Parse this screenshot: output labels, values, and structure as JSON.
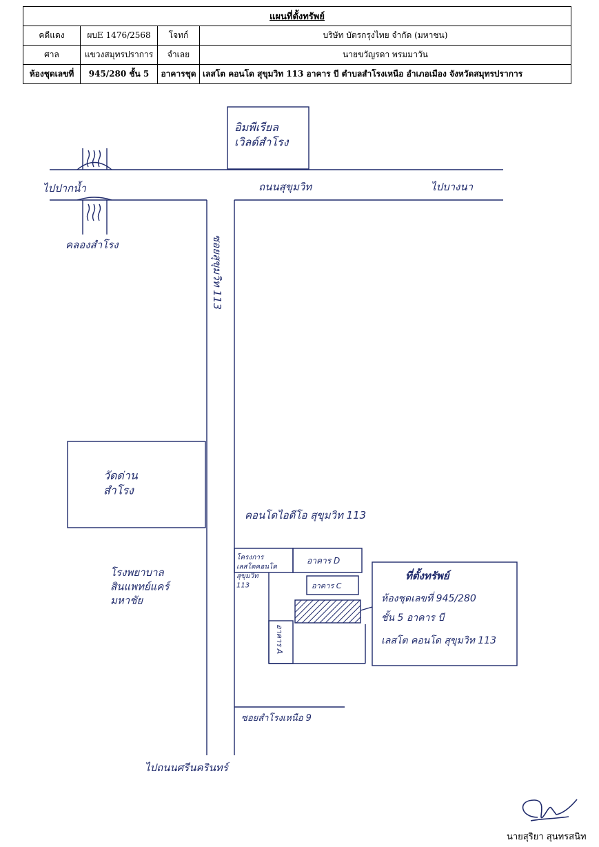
{
  "header": {
    "title": "แผนที่ตั้งทรัพย์",
    "rows": [
      {
        "l1": "คดีแดง",
        "v1": "ผบE 1476/2568",
        "l2": "โจทก์",
        "v2": "บริษัท บัตรกรุงไทย จำกัด (มหาชน)"
      },
      {
        "l1": "ศาล",
        "v1": "แขวงสมุทรปราการ",
        "l2": "จำเลย",
        "v2": "นายขวัญรดา พรมมาวัน"
      },
      {
        "l1": "ห้องชุดเลขที่",
        "v1": "945/280 ชั้น 5",
        "l2": "อาคารชุด",
        "v2": "เลสโต คอนโด สุขุมวิท 113   อาคาร บี   ตำบลสำโรงเหนือ อำเภอเมือง จังหวัดสมุทรปราการ"
      }
    ]
  },
  "map": {
    "labels": {
      "imperial": "อิมพีเรียล\nเวิลด์สำโรง",
      "to_paknam": "ไปปากน้ำ",
      "sukhumvit_rd": "ถนนสุขุมวิท",
      "to_bangna": "ไปบางนา",
      "samrong_canal": "คลองสำโรง",
      "soi_113": "ซอยสุขุมวิท 113",
      "wat_dan": "วัดด่าน\nสำโรง",
      "condo_ideo": "คอนโดไอดีโอ สุขุมวิท 113",
      "project_name": "โครงการ\nเลสโตคอนโด\nสุขุมวิท\n113",
      "bldg_d": "อาคาร D",
      "bldg_c": "อาคาร C",
      "bldg_a": "อาคาร A",
      "hospital": "โรงพยาบาล\nสินแพทย์แคร์\nมหาชัย",
      "soi_samrong_nuea": "ซอยสำโรงเหนือ 9",
      "to_srinakarin": "ไปถนนศรีนครินทร์"
    },
    "property_box": {
      "title": "ที่ตั้งทรัพย์",
      "line1": "ห้องชุดเลขที่ 945/280",
      "line2": "ชั้น 5 อาคาร บี",
      "line3": "เลสโต คอนโด สุขุมวิท 113"
    }
  },
  "signature": {
    "name": "นายสุริยา สุนทรสนิท"
  }
}
